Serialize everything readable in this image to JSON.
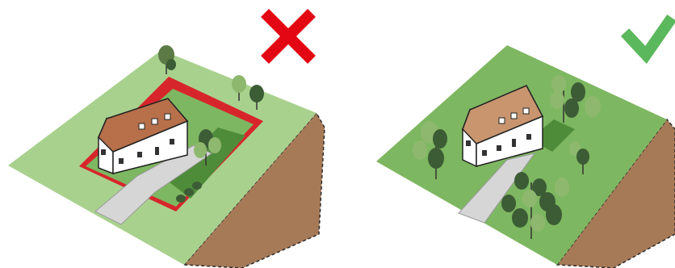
{
  "panels": [
    {
      "id": "bad",
      "verdict": "incorrect",
      "mark_icon": "cross-icon",
      "mark_color": "#e30613",
      "cut_color": "#d7262b"
    },
    {
      "id": "good",
      "verdict": "correct",
      "mark_icon": "check-icon",
      "mark_color": "#5cb85c"
    }
  ],
  "colors": {
    "grass_light": "#a9d18e",
    "grass_mid": "#7eb761",
    "grass_dark": "#4f8c3a",
    "soil": "#a77a57",
    "roof": "#b7704a",
    "wall": "#ffffff",
    "path": "#d6d6d6",
    "tree_dark": "#3c5c35",
    "tree_light": "#8fb86f"
  }
}
